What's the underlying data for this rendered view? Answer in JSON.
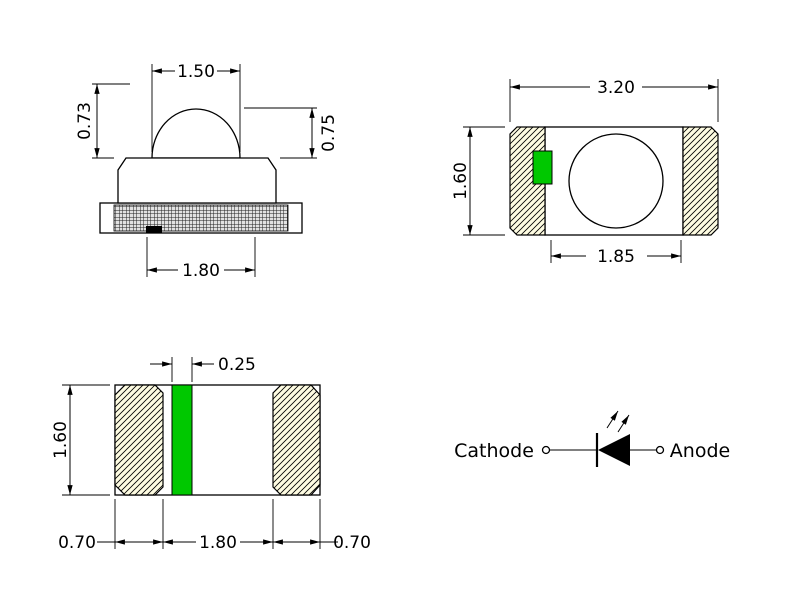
{
  "views": {
    "side_view": {
      "dim_top": "1.50",
      "dim_left": "0.73",
      "dim_right": "0.75",
      "dim_bottom": "1.80"
    },
    "top_view": {
      "dim_width": "3.20",
      "dim_height": "1.60",
      "dim_inner": "1.85"
    },
    "bottom_view": {
      "dim_mark": "0.25",
      "dim_height": "1.60",
      "dim_left": "0.70",
      "dim_center": "1.80",
      "dim_right": "0.70"
    },
    "symbol": {
      "cathode": "Cathode",
      "anode": "Anode"
    }
  },
  "colors": {
    "line": "#000000",
    "pad_fill": "#FEFCE2",
    "polarity_green": "#00C800",
    "background": "#FFFFFF"
  }
}
